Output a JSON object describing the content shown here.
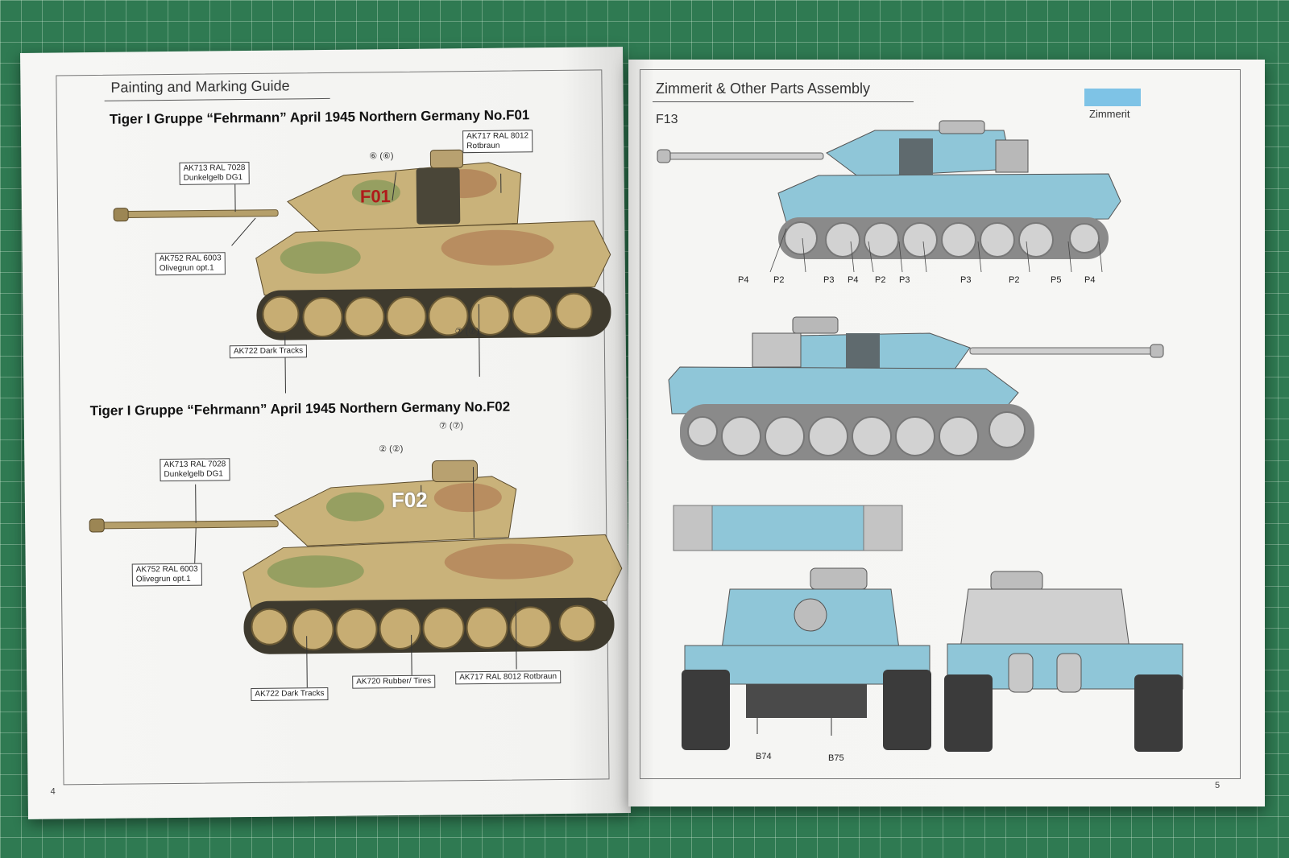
{
  "left_page": {
    "section_title": "Painting and Marking Guide",
    "page_number": "4",
    "tank_f01": {
      "title": "Tiger I Gruppe “Fehrmann”  April 1945 Northern Germany No.F01",
      "marking": "F01",
      "callouts": {
        "dunkelgelb": [
          "AK713 RAL 7028",
          "Dunkelgelb DG1"
        ],
        "olivegrun": [
          "AK752 RAL 6003",
          "Olivegrun opt.1"
        ],
        "rotbraun": [
          "AK717 RAL 8012",
          "Rotbraun"
        ],
        "tracks": "AK722 Dark Tracks"
      },
      "decal_numbers": {
        "top": "⑥ (⑥)",
        "bottom": "⑦ (⑦)"
      }
    },
    "tank_f02": {
      "title": "Tiger I Gruppe “Fehrmann”  April 1945 Northern Germany No.F02",
      "marking": "F02",
      "callouts": {
        "dunkelgelb": [
          "AK713 RAL 7028",
          "Dunkelgelb DG1"
        ],
        "olivegrun": [
          "AK752 RAL 6003",
          "Olivegrun opt.1"
        ],
        "tracks": "AK722 Dark Tracks",
        "tires": "AK720 Rubber/ Tires",
        "rotbraun": "AK717 RAL 8012 Rotbraun"
      },
      "decal_numbers": {
        "left": "② (②)",
        "right": "⑦ (⑦)"
      }
    }
  },
  "right_page": {
    "section_title": "Zimmerit & Other Parts Assembly",
    "page_number": "5",
    "step": "F13",
    "legend": {
      "label": "Zimmerit",
      "color": "#7ec3e6"
    },
    "side_parts": [
      "P4",
      "P2",
      "P3",
      "P4",
      "P2",
      "P3",
      "P3",
      "P2",
      "P5",
      "P4"
    ],
    "front_parts": [
      "B74",
      "B75"
    ]
  },
  "colors": {
    "mat_green": "#2f7a52",
    "camo_sand": "#c9b27a",
    "camo_green": "#8a9a5b",
    "camo_brown": "#a9704a",
    "zimmerit_blue": "#8fc6d8",
    "steel_grey": "#c8c8c8"
  }
}
